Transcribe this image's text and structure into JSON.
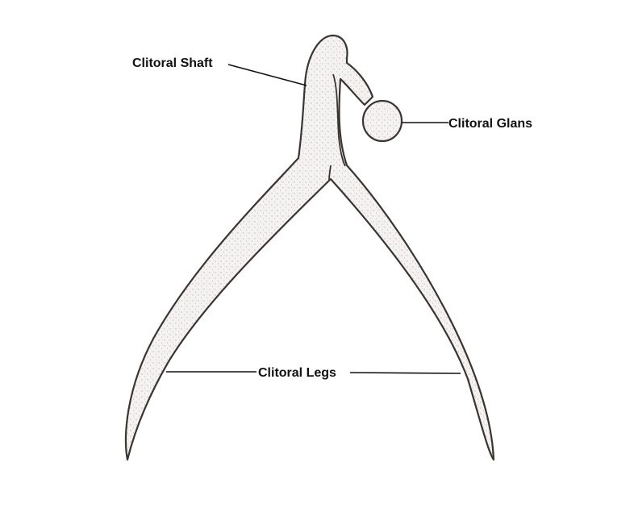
{
  "diagram": {
    "subject": "clitoris anatomy illustration",
    "style": "stippled pencil drawing",
    "colors": {
      "background": "#ffffff",
      "outline": "#3a3532",
      "fill": "#f4f2f0",
      "stipple": "#6b6561",
      "leader_line": "#111111",
      "label_text": "#111111"
    },
    "labels": [
      {
        "id": "shaft",
        "text": "Clitoral Shaft"
      },
      {
        "id": "glans",
        "text": "Clitoral Glans"
      },
      {
        "id": "legs",
        "text": "Clitoral Legs"
      }
    ]
  }
}
